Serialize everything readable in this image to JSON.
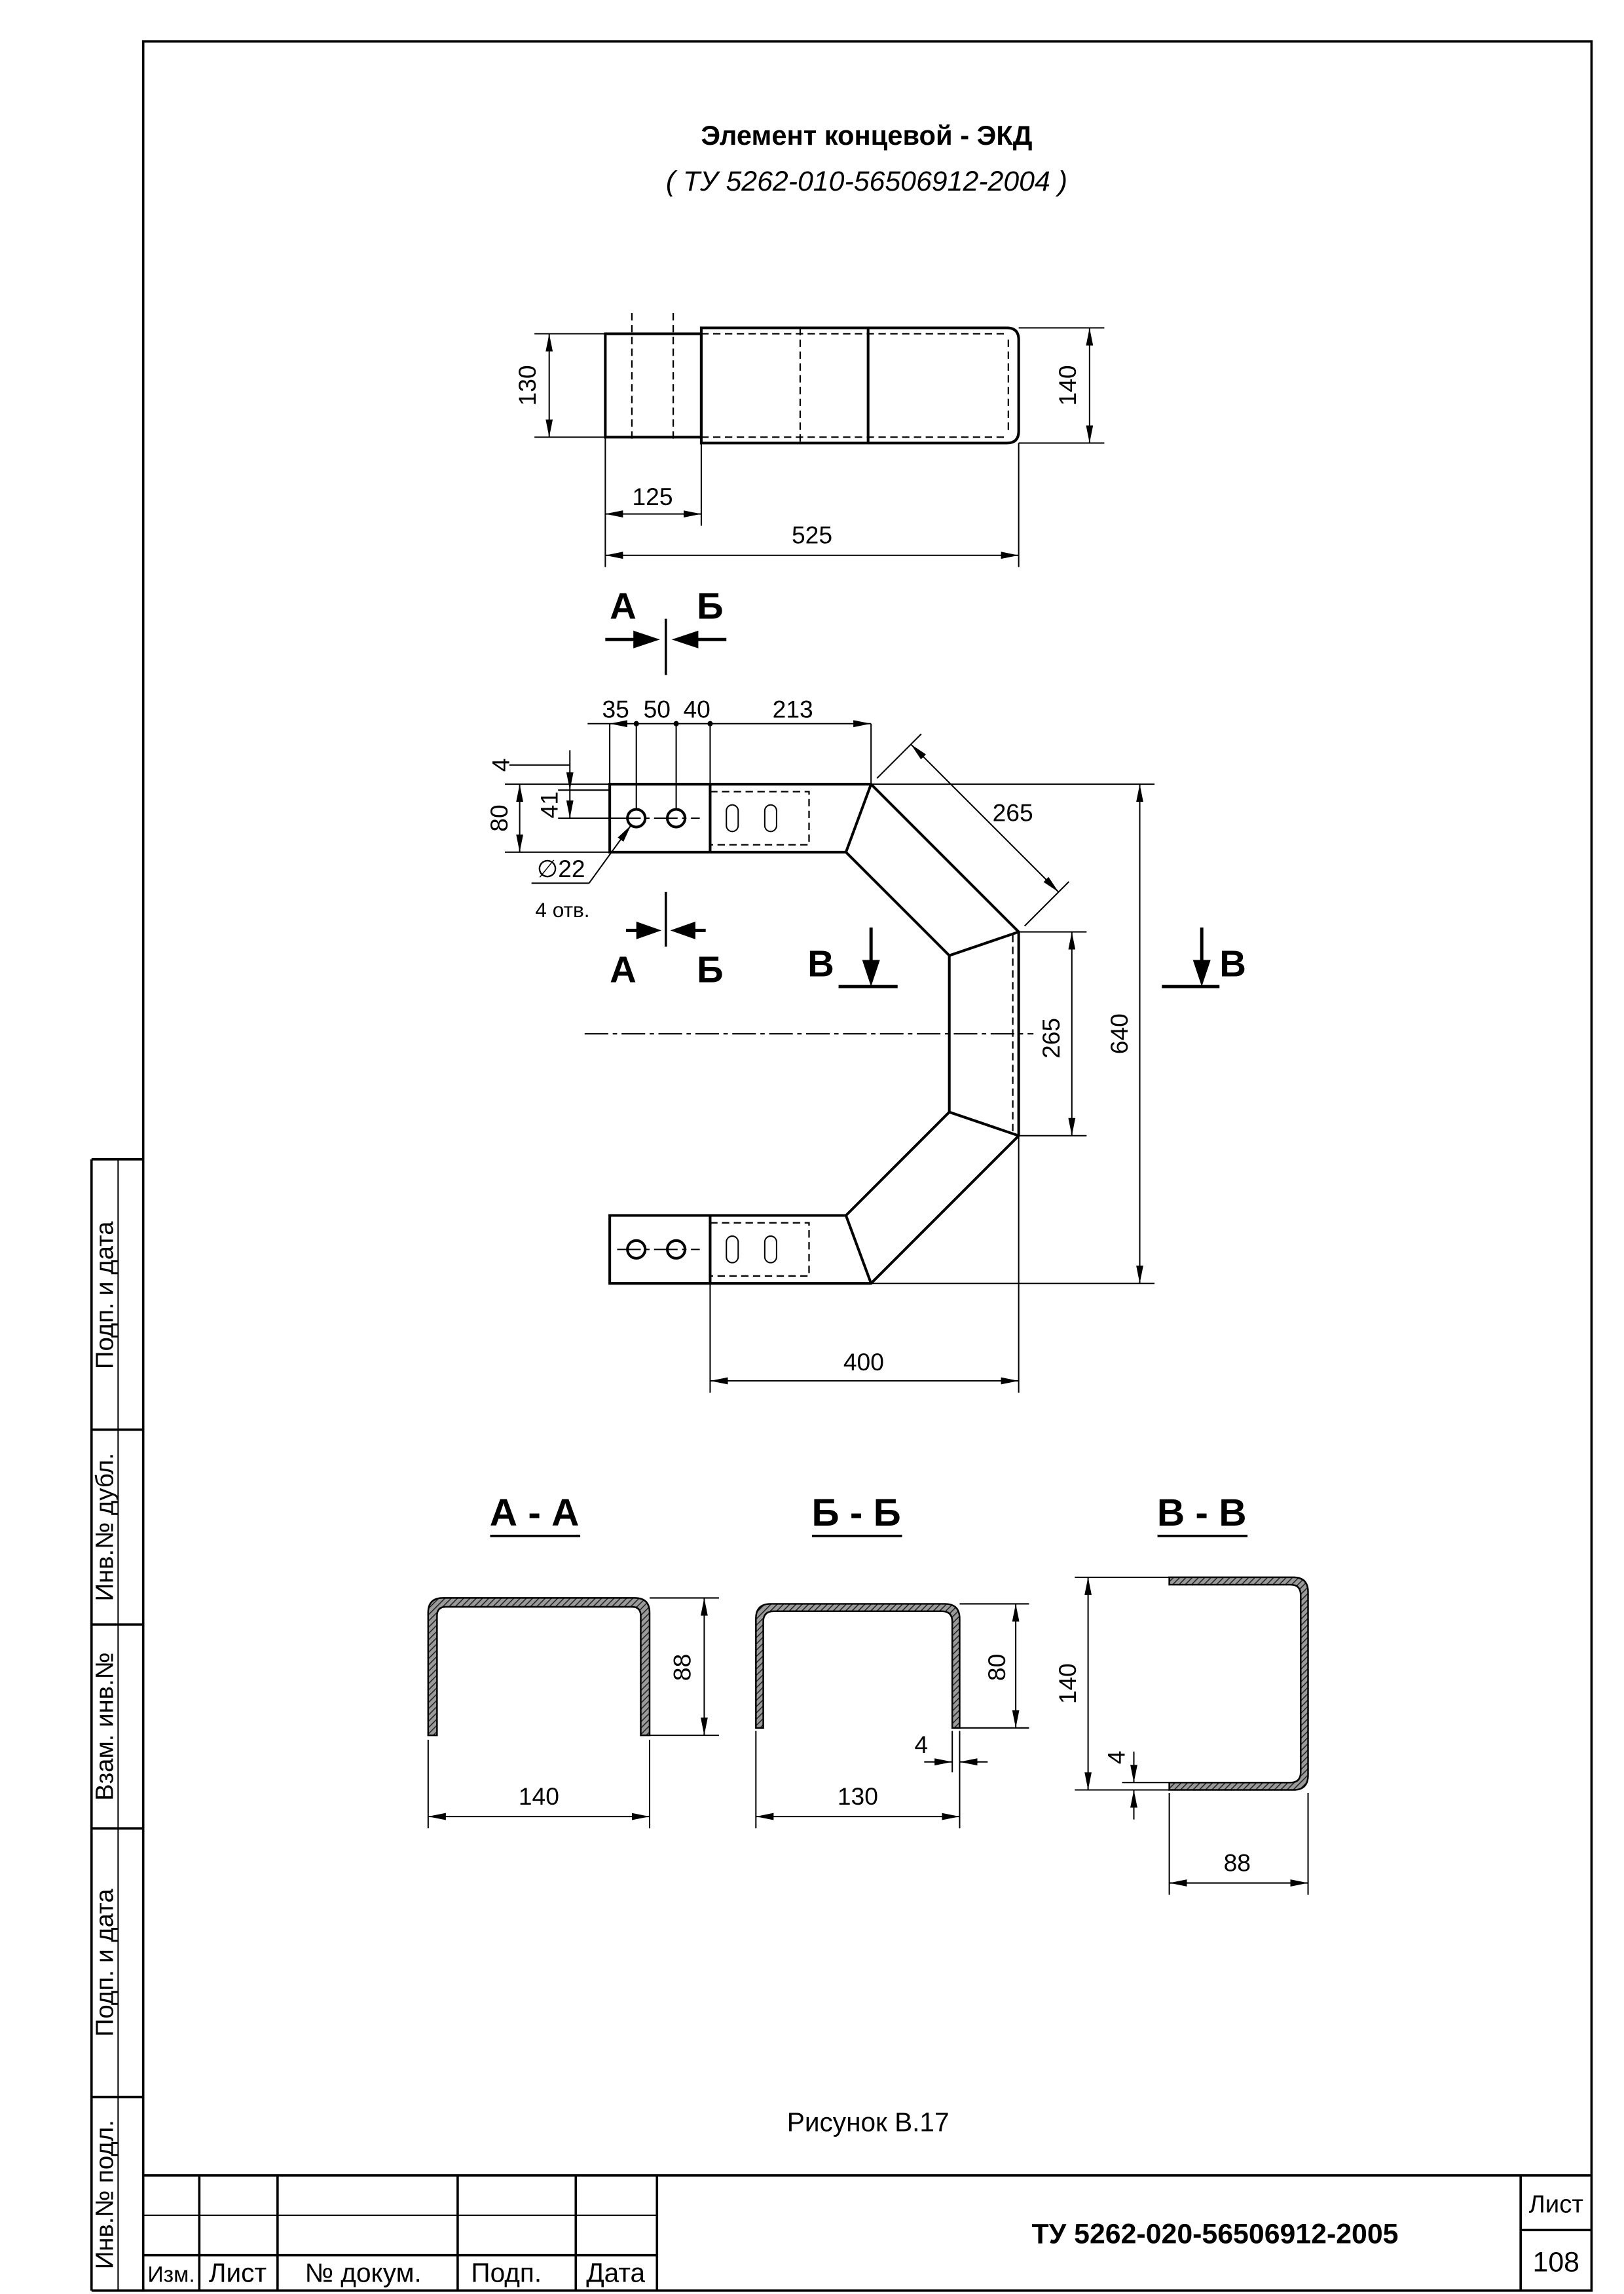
{
  "title": "Элемент концевой - ЭКД",
  "subtitle": "( ТУ 5262-010-56506912-2004 )",
  "top_view": {
    "left_height": "130",
    "right_height": "140",
    "left_length": "125",
    "total_length": "525"
  },
  "cut_marks": {
    "a": "А",
    "b": "Б",
    "v": "В"
  },
  "front_view": {
    "pitch_35": "35",
    "pitch_50": "50",
    "pitch_40": "40",
    "arm_length": "213",
    "wall_offset": "4",
    "hole_offset": "41",
    "arm_height": "80",
    "hole_diameter": "∅22",
    "hole_count": "4 отв.",
    "diagonal_length": "265",
    "middle_length": "265",
    "overall_height": "640",
    "overall_width": "400"
  },
  "sections": {
    "aa": {
      "label": "А - А",
      "height": "88",
      "width": "140"
    },
    "bb": {
      "label": "Б - Б",
      "height": "80",
      "thickness": "4",
      "width": "130"
    },
    "vv": {
      "label": "В - В",
      "height": "140",
      "thickness": "4",
      "width": "88"
    }
  },
  "caption": "Рисунок В.17",
  "title_block": {
    "document_number": "ТУ 5262-020-56506912-2005",
    "sheet_label": "Лист",
    "sheet_number": "108",
    "columns": [
      "Изм.",
      "Лист",
      "№ докум.",
      "Подп.",
      "Дата"
    ]
  },
  "side_stamp": [
    "Подп. и дата",
    "Инв.№ дубл.",
    "Взам. инв.№",
    "Подп. и дата",
    "Инв.№ подл."
  ]
}
